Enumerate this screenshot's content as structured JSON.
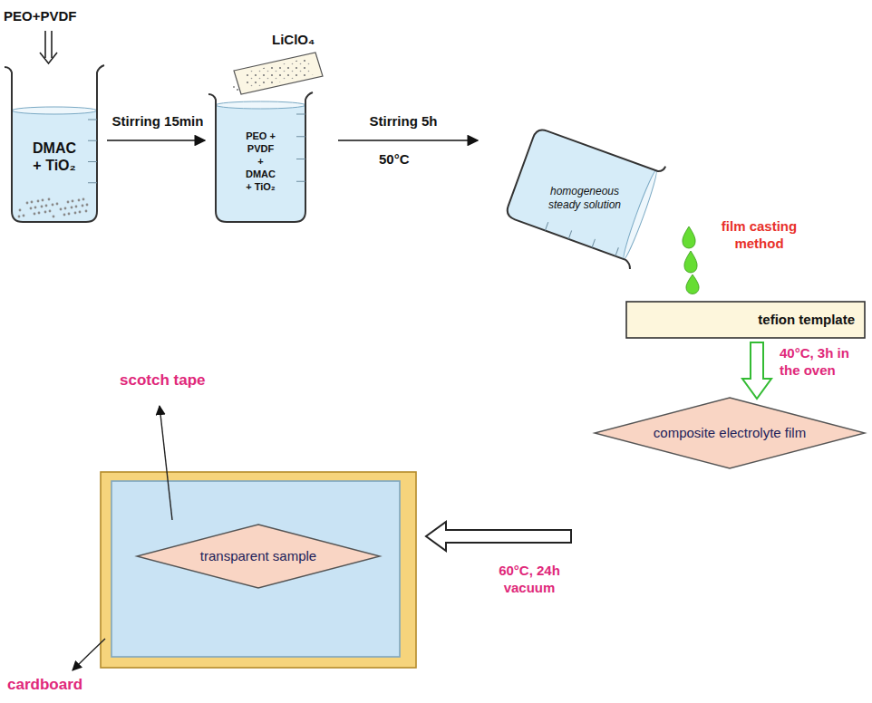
{
  "diagram": {
    "nodes": [
      {
        "text": [
          "DMAC + TiO₂"
        ]
      },
      {
        "text": [
          "PEO + PVDF + DMAC + TiO₂"
        ]
      },
      {
        "text": [
          "homogeneous steady solution"
        ]
      },
      {
        "text": [
          "tefion template"
        ]
      },
      {
        "text": [
          "composite electrolyte film"
        ]
      },
      {
        "text": [
          "cardboard"
        ]
      },
      {
        "text": [
          "scotch tape"
        ],
        "in": 5
      },
      {
        "text": [
          "transparent sample"
        ],
        "in": 6
      }
    ],
    "edges": [
      {
        "from": 0,
        "to": 1,
        "arrow": "to",
        "label": "Stirring 15min"
      },
      {
        "from": 1,
        "to": 2,
        "arrow": "to",
        "label": "Stirring 5h"
      },
      {
        "from": 3,
        "to": 4,
        "arrow": "to",
        "label": "40°C, 3h in the oven"
      },
      {
        "from": 4,
        "to": 5,
        "arrow": "to",
        "label": "60°C, 24h vacuum"
      }
    ],
    "labels": [
      "PEO+PVDF",
      "LiClO₄",
      "50°C",
      "film casting method"
    ]
  }
}
